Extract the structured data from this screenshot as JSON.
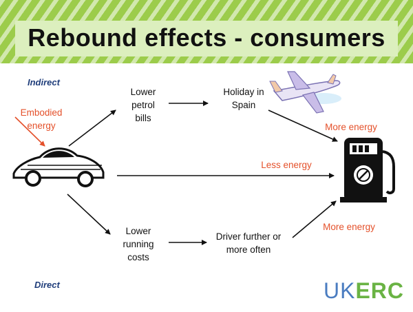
{
  "title": "Rebound effects - consumers",
  "labels": {
    "indirect": "Indirect",
    "direct": "Direct",
    "embodied_energy": "Embodied energy",
    "lower_petrol_bills": "Lower petrol bills",
    "holiday_in_spain": "Holiday in Spain",
    "more_energy_top": "More energy",
    "less_energy": "Less energy",
    "lower_running_costs": "Lower running costs",
    "driver_further": "Driver further or more often",
    "more_energy_bottom": "More energy"
  },
  "logo": {
    "uk": "UK",
    "erc": "ERC"
  },
  "icons": [
    "car-icon",
    "airplane-icon",
    "fuel-pump-icon"
  ],
  "colors": {
    "accent_orange": "#e4502a",
    "label_blue": "#1f3d7a",
    "logo_blue": "#4a7cc0",
    "logo_green": "#6ab344",
    "header_green": "#9ccc4b"
  }
}
